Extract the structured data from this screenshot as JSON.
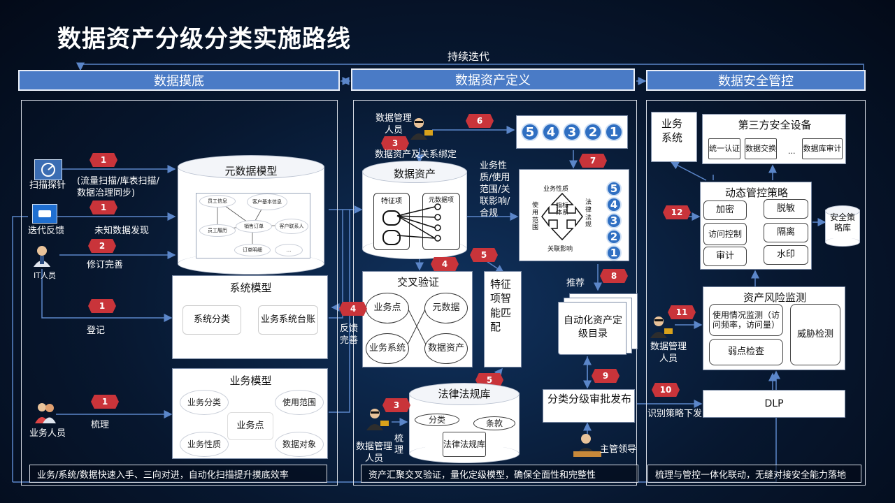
{
  "title": "数据资产分级分类实施路线",
  "iterate_label": "持续迭代",
  "phases": {
    "discovery": "数据摸底",
    "definition": "数据资产定义",
    "control": "数据安全管控"
  },
  "footers": {
    "discovery": "业务/系统/数据快速入手、三向对进，自动化扫描提升摸底效率",
    "definition": "资产汇聚交叉验证，量化定级模型，确保全面性和完整性",
    "control": "梳理与管控一体化联动，无缝对接安全能力落地"
  },
  "discovery": {
    "scan_probe": "扫描探针",
    "iter_feedback": "迭代反馈",
    "it_staff": "IT人员",
    "biz_staff": "业务人员",
    "scan_desc": "(流量扫描/库表扫描/数据治理同步)",
    "unknown_found": "未知数据发现",
    "revise": "修订完善",
    "register": "登记",
    "sort_out": "梳理",
    "meta_model": "元数据模型",
    "meta_nodes": [
      "员工信息",
      "客户基本信息",
      "员工履历",
      "销售订单",
      "客户联系人",
      "订单明细",
      "..."
    ],
    "sys_model": "系统模型",
    "sys_class": "系统分类",
    "sys_ledger": "业务系统台账",
    "biz_model": "业务模型",
    "biz_class": "业务分类",
    "use_scope": "使用范围",
    "biz_point": "业务点",
    "biz_nature": "业务性质",
    "data_object": "数据对象"
  },
  "definition": {
    "data_mgr": "数据管理人员",
    "bind_label": "数据资产及关系绑定",
    "data_asset": "数据资产",
    "feature_item": "特征项",
    "meta_item": "元数据项",
    "nature_text": "业务性质/使用范围/关联影响/合规",
    "levels": [
      "5",
      "4",
      "3",
      "2",
      "1"
    ],
    "idx_nature": "业务性质",
    "idx_scope": "使用范围",
    "idx_law": "法律法规",
    "idx_impact": "关联影响",
    "idx_center": "指标体系",
    "cross_verify": "交叉验证",
    "biz_point": "业务点",
    "meta_data": "元数据",
    "biz_system": "业务系统",
    "data_asset2": "数据资产",
    "feature_match": "特征项智能匹配",
    "feedback": "反馈完善",
    "recommend": "推荐",
    "auto_catalog": "自动化资产定级目录",
    "law_lib": "法律法规库",
    "law_class": "分类",
    "law_clause": "条款",
    "law_lib_inner": "法律法规库",
    "sort_out": "梳理",
    "approve": "分类分级审批发布",
    "leader": "主管领导"
  },
  "control": {
    "biz_system": "业务系统",
    "third_party": "第三方安全设备",
    "uni_auth": "统一认证",
    "data_exchange": "数据交换",
    "ellipsis": "...",
    "db_audit": "数据库审计",
    "dynamic_policy": "动态管控策略",
    "encrypt": "加密",
    "desensitize": "脱敏",
    "access_ctrl": "访问控制",
    "isolate": "隔离",
    "audit": "审计",
    "watermark": "水印",
    "sec_policy_lib": "安全策略库",
    "risk_monitor": "资产风险监测",
    "usage_monitor": "使用情况监测（访问频率，访问量）",
    "threat_detect": "威胁检测",
    "weak_check": "弱点检查",
    "data_mgr": "数据管理人员",
    "dlp": "DLP",
    "policy_deliver": "识别策略下发"
  },
  "badges": {
    "b1a": "1",
    "b1b": "1",
    "b2": "2",
    "b1c": "1",
    "b1d": "1",
    "b3a": "3",
    "b4a": "4",
    "b5a": "5",
    "b6": "6",
    "b7": "7",
    "b4b": "4",
    "b5b": "5",
    "b3b": "3",
    "b8": "8",
    "b9": "9",
    "b10": "10",
    "b11": "11",
    "b12": "12"
  }
}
